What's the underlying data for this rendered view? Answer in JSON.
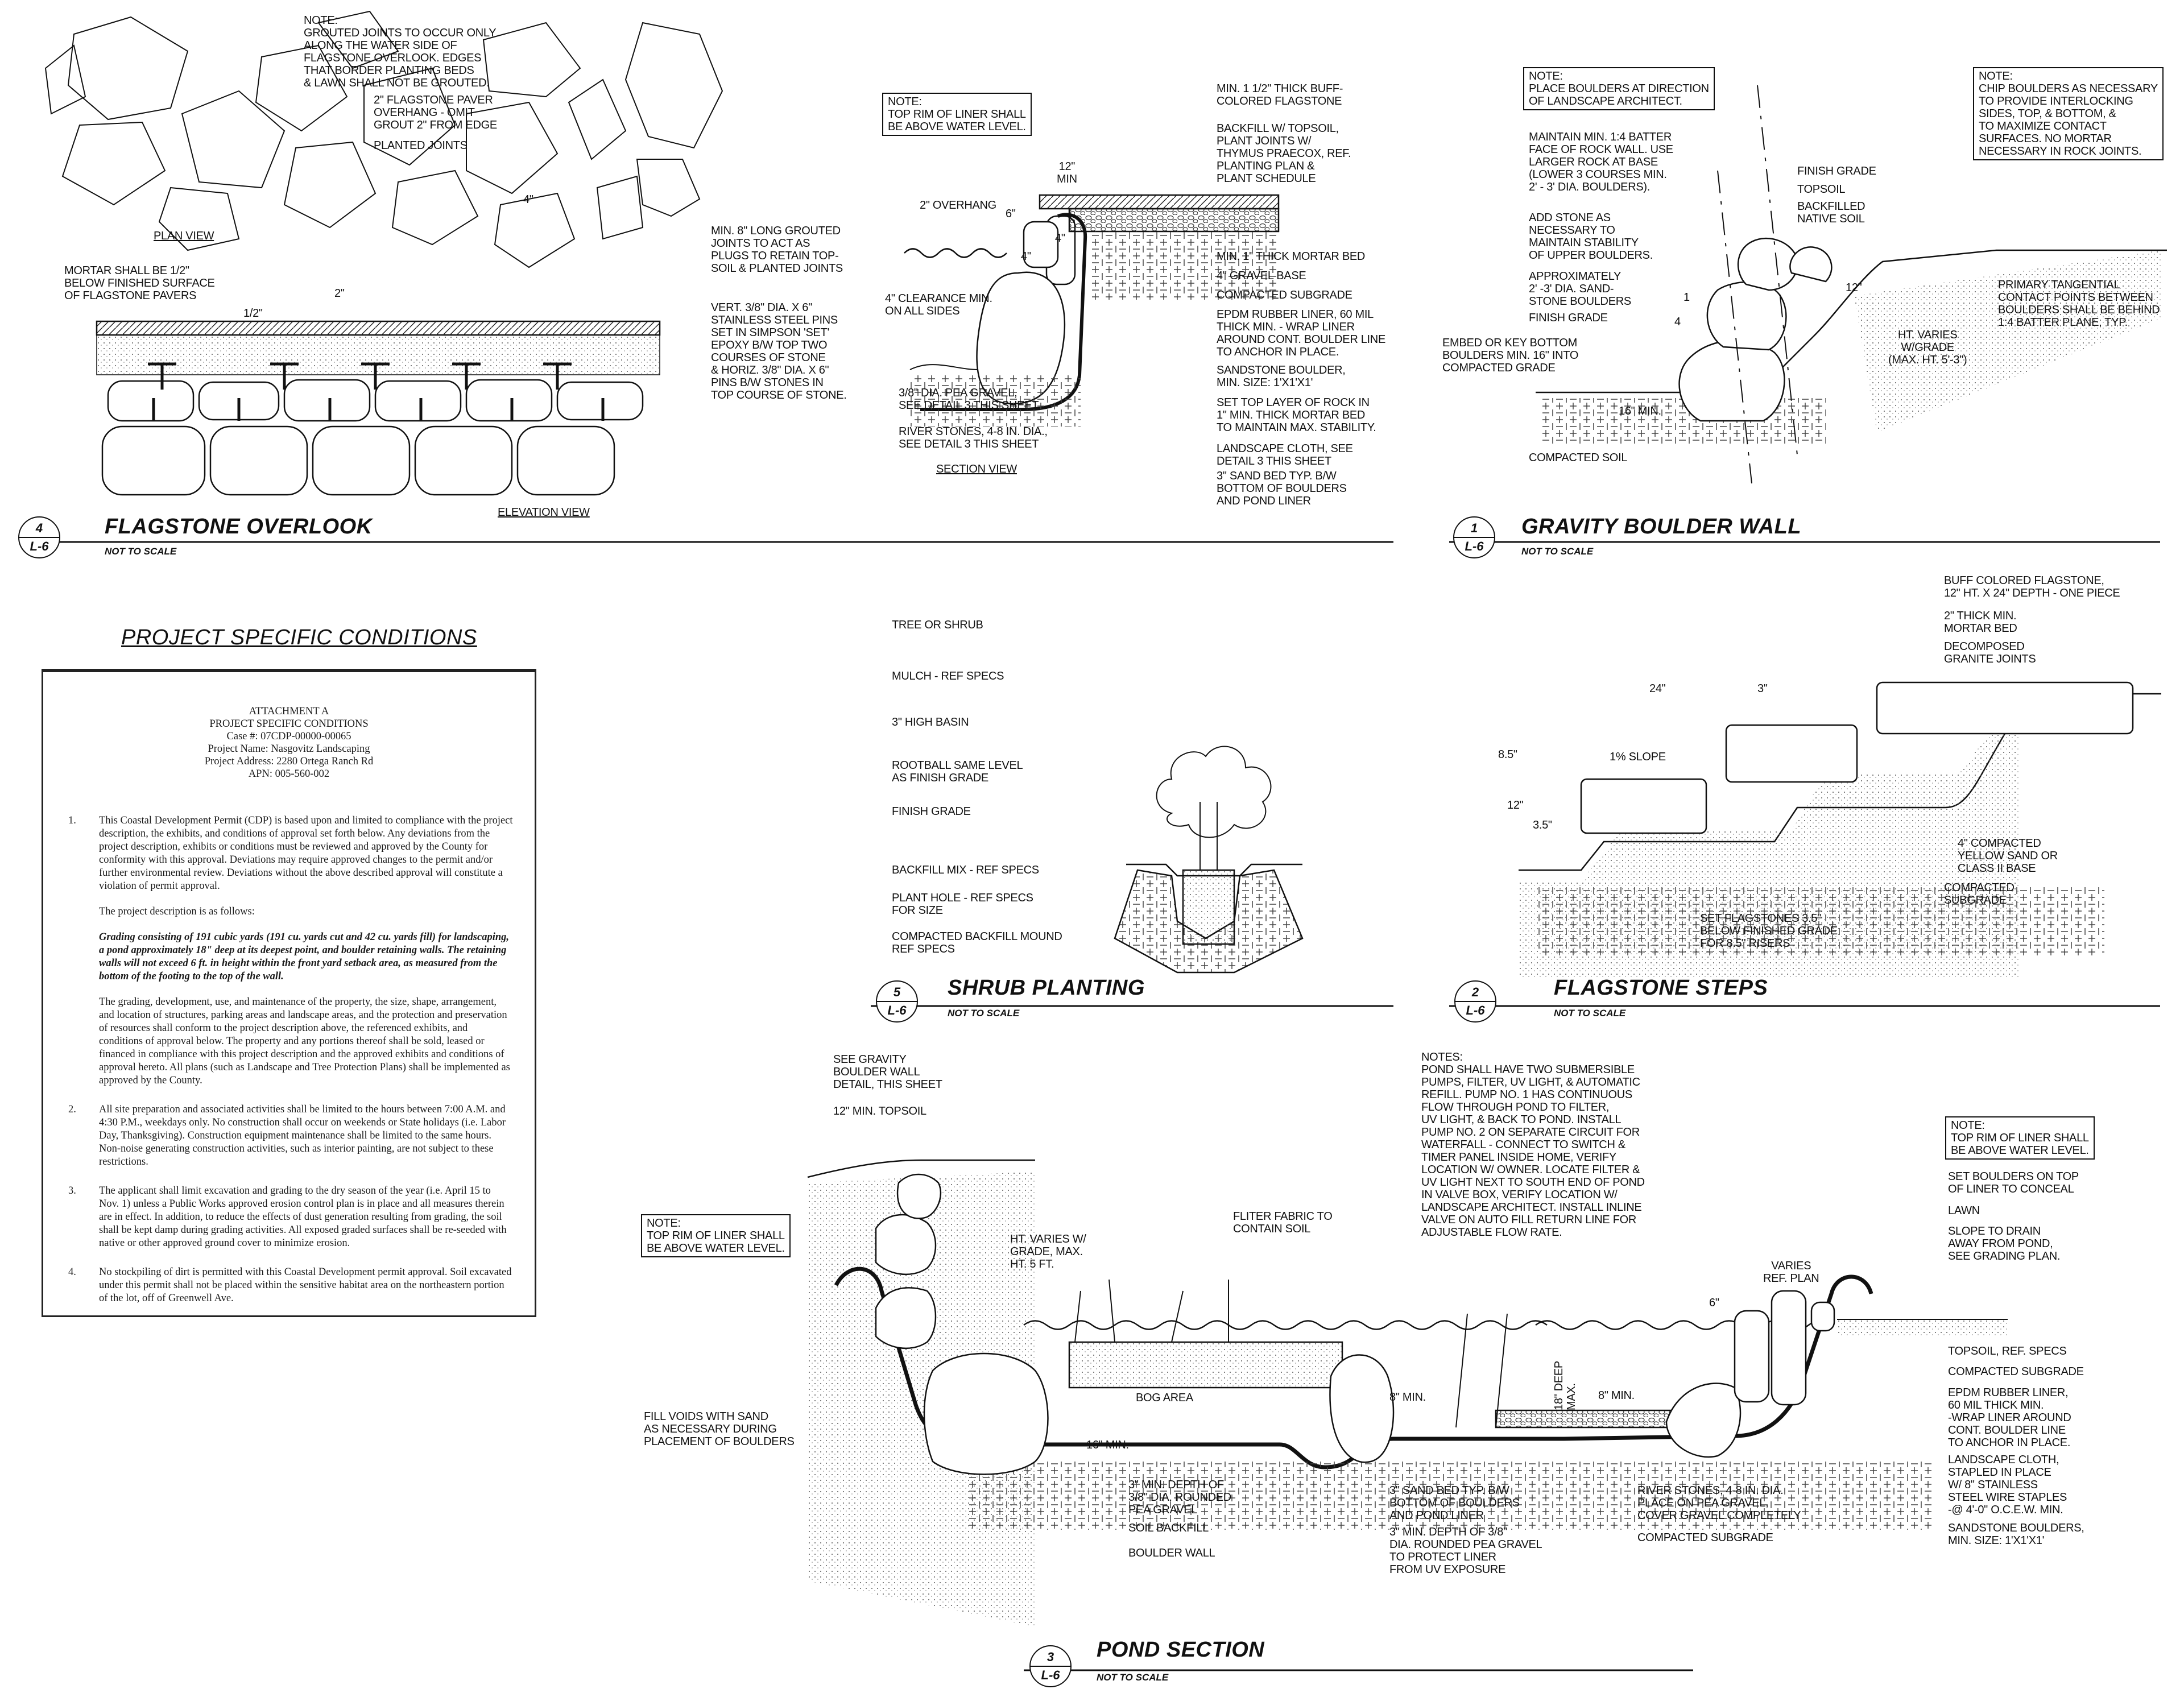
{
  "detail_4": {
    "number": "4",
    "sheet": "L-6",
    "title": "FLAGSTONE OVERLOOK",
    "scale": "NOT TO SCALE",
    "plan_note": "NOTE:\nGROUTED JOINTS TO OCCUR ONLY\nALONG THE WATER SIDE OF\nFLAGSTONE OVERLOOK. EDGES\nTHAT BORDER PLANTING BEDS\n& LAWN SHALL NOT BE GROUTED.",
    "paver_overhang": "2\" FLAGSTONE PAVER\nOVERHANG - OMIT\nGROUT 2\" FROM EDGE",
    "planted_joints": "PLANTED JOINTS",
    "plan_view": "PLAN VIEW",
    "dim_2in": "2\"",
    "dim_4in": "4\"",
    "mortar_note": "MORTAR SHALL BE 1/2\"\nBELOW FINISHED SURFACE\nOF FLAGSTONE PAVERS",
    "dim_half": "1/2\"",
    "grouted_joints": "MIN. 8\" LONG GROUTED\nJOINTS TO ACT AS\nPLUGS TO RETAIN TOP-\nSOIL & PLANTED JOINTS",
    "pins": "VERT. 3/8\" DIA. X 6\"\nSTAINLESS STEEL PINS\nSET IN SIMPSON 'SET'\nEPOXY B/W TOP TWO\nCOURSES OF STONE\n& HORIZ. 3/8\" DIA. X 6\"\nPINS B/W STONES IN\nTOP COURSE OF STONE.",
    "elevation_view": "ELEVATION VIEW",
    "section": {
      "note": "NOTE:\nTOP RIM OF LINER SHALL\nBE ABOVE WATER LEVEL.",
      "overhang": "2\" OVERHANG",
      "dim_12": "12\"\nMIN",
      "dim_6": "6\"",
      "dim_4a": "4\"",
      "dim_4b": "4\"",
      "clearance": "4\" CLEARANCE MIN.\nON ALL SIDES",
      "pea_gravel": "3/8\" DIA. PEA GRAVEL,\nSEE DETAIL 3 THIS SHEET",
      "river_stones": "RIVER STONES, 4-8 IN. DIA.,\nSEE DETAIL 3 THIS SHEET",
      "section_view": "SECTION VIEW",
      "right_labels": [
        "MIN. 1 1/2\" THICK BUFF-\nCOLORED FLAGSTONE",
        "BACKFILL W/ TOPSOIL,\nPLANT JOINTS W/\nTHYMUS PRAECOX, REF.\nPLANTING PLAN &\nPLANT SCHEDULE",
        "MIN. 1\" THICK MORTAR BED",
        "4\" GRAVEL BASE",
        "COMPACTED SUBGRADE",
        "EPDM RUBBER LINER, 60 MIL\nTHICK MIN. - WRAP LINER\nAROUND CONT. BOULDER LINE\nTO ANCHOR IN PLACE.",
        "SANDSTONE BOULDER,\nMIN. SIZE: 1'x1'x1'",
        "SET TOP LAYER OF ROCK IN\n1\" MIN. THICK MORTAR BED\nTO MAINTAIN MAX. STABILITY.",
        "LANDSCAPE CLOTH, SEE\nDETAIL 3 THIS SHEET",
        "3\" SAND BED TYP. B/W\nBOTTOM OF BOULDERS\nAND POND LINER"
      ]
    }
  },
  "detail_1": {
    "number": "1",
    "sheet": "L-6",
    "title": "GRAVITY BOULDER WALL",
    "scale": "NOT TO SCALE",
    "note_left": "NOTE:\nPLACE BOULDERS AT DIRECTION\nOF LANDSCAPE ARCHITECT.",
    "note_right": "NOTE:\nCHIP BOULDERS AS NECESSARY\nTO PROVIDE INTERLOCKING\nSIDES, TOP, & BOTTOM, &\nTO MAXIMIZE CONTACT\nSURFACES. NO MORTAR\nNECESSARY IN ROCK JOINTS.",
    "batter": "MAINTAIN MIN. 1:4 BATTER\nFACE OF ROCK WALL. USE\nLARGER ROCK AT BASE\n(LOWER 3 COURSES MIN.\n2' - 3' DIA. BOULDERS).",
    "add_stone": "ADD STONE AS\nNECESSARY TO\nMAINTAIN STABILITY\nOF UPPER BOULDERS.",
    "approx": "APPROXIMATELY\n2' -3' DIA. SAND-\nSTONE BOULDERS",
    "finish_grade_left": "FINISH GRADE",
    "embed": "EMBED OR KEY BOTTOM\nBOULDERS MIN. 16\" INTO\nCOMPACTED GRADE",
    "dim_16": "16\" MIN.",
    "compacted_soil": "COMPACTED SOIL",
    "finish_grade_right": "FINISH GRADE",
    "topsoil": "TOPSOIL",
    "backfilled": "BACKFILLED\nNATIVE SOIL",
    "dim_12": "12\"",
    "dim_4": "4",
    "dim_1": "1",
    "tangential": "PRIMARY TANGENTIAL\nCONTACT POINTS BETWEEN\nBOULDERS SHALL BE BEHIND\n1:4 BATTER PLANE, TYP.",
    "ht_varies": "HT. VARIES\nW/GRADE\n(MAX. HT. 5'-3\")"
  },
  "conditions": {
    "heading": "PROJECT SPECIFIC CONDITIONS",
    "doc": {
      "header": [
        "ATTACHMENT A",
        "PROJECT SPECIFIC CONDITIONS",
        "Case #: 07CDP-00000-00065",
        "Project Name: Nasgovitz Landscaping",
        "Project Address: 2280 Ortega Ranch Rd",
        "APN: 005-560-002"
      ],
      "items": [
        {
          "num": "1.",
          "text": "This Coastal Development Permit (CDP) is based upon and limited to compliance with the project description, the exhibits, and conditions of approval set forth below.  Any deviations from the project description, exhibits or conditions must be reviewed and approved by the County for conformity with this approval.  Deviations may require approved changes to the permit and/or further environmental review.  Deviations without the above described approval will constitute a violation of permit approval.",
          "sub1": "The project description is as follows:",
          "italic": "Grading consisting of 191 cubic yards (191 cu. yards cut and 42 cu. yards fill) for landscaping, a pond approximately 18\" deep at its deepest point, and boulder retaining walls.  The retaining walls will not exceed 6 ft. in height within the front yard setback area, as measured from the bottom of the footing to the top of the wall.",
          "sub2": "The grading, development, use, and maintenance of the property, the size, shape, arrangement, and location of structures, parking areas and landscape areas, and the protection and preservation of resources shall conform to the project description above, the referenced exhibits, and conditions of approval below.  The property and any portions thereof shall be sold, leased or financed in compliance with this project description and the approved exhibits and conditions of approval hereto.  All plans (such as Landscape and Tree Protection Plans) shall be implemented as approved by the County."
        },
        {
          "num": "2.",
          "text": "All site preparation and associated activities shall be limited to the hours between 7:00 A.M. and 4:30 P.M., weekdays only.  No construction shall occur on weekends or State holidays (i.e. Labor Day, Thanksgiving).  Construction equipment maintenance shall be limited to the same hours.  Non-noise generating construction activities, such as interior painting, are not subject to these restrictions."
        },
        {
          "num": "3.",
          "text": "The applicant shall limit excavation and grading to the dry season of the year (i.e. April 15 to Nov. 1) unless a Public Works approved erosion control plan is in place and all measures therein are in effect.  In addition, to reduce the effects of dust generation resulting from grading, the soil shall be kept damp during grading activities. All exposed graded surfaces shall be re-seeded with native or other approved ground cover to minimize erosion."
        },
        {
          "num": "4.",
          "text": "No stockpiling of dirt is permitted with this Coastal Development permit approval.  Soil excavated under this permit shall not be placed within the sensitive habitat area on the northeastern portion of the lot, off of Greenwell Ave."
        }
      ]
    }
  },
  "detail_5": {
    "number": "5",
    "sheet": "L-6",
    "title": "SHRUB PLANTING",
    "scale": "NOT TO SCALE",
    "labels": [
      "TREE OR SHRUB",
      "MULCH - REF SPECS",
      "3\" HIGH BASIN",
      "ROOTBALL SAME LEVEL\nAS FINISH GRADE",
      "FINISH GRADE",
      "BACKFILL MIX - REF SPECS",
      "PLANT HOLE - REF SPECS\nFOR SIZE",
      "COMPACTED BACKFILL MOUND\nREF SPECS"
    ]
  },
  "detail_2": {
    "number": "2",
    "sheet": "L-6",
    "title": "FLAGSTONE STEPS",
    "scale": "NOT TO SCALE",
    "buff": "BUFF COLORED FLAGSTONE,\n12\" HT. x 24\" DEPTH - ONE PIECE",
    "mortar": "2\" THICK MIN.\nMORTAR BED",
    "dg": "DECOMPOSED\nGRANITE JOINTS",
    "dim_24": "24\"",
    "dim_3": "3\"",
    "slope": "1% SLOPE",
    "dim_85": "8.5\"",
    "dim_12": "12\"",
    "dim_35": "3.5\"",
    "base": "4\" COMPACTED\nYELLOW SAND OR\nCLASS II BASE",
    "subgrade": "COMPACTED\nSUBGRADE",
    "set": "SET FLAGSTONES 3.5\"\nBELOW FINISHED GRADE\nFOR 8.5\" RISERS"
  },
  "detail_3": {
    "number": "3",
    "sheet": "L-6",
    "title": "POND SECTION",
    "scale": "NOT TO SCALE",
    "see_gravity": "SEE GRAVITY\nBOULDER WALL\nDETAIL, THIS SHEET",
    "topsoil_min": "12\" MIN. TOPSOIL",
    "note_left": "NOTE:\nTOP RIM OF LINER SHALL\nBE ABOVE WATER LEVEL.",
    "ht_varies": "HT. VARIES W/\nGRADE, MAX.\nHT. 5 FT.",
    "fabric": "FLITER FABRIC TO\nCONTAIN SOIL",
    "bog": "BOG AREA",
    "fill_voids": "FILL VOIDS WITH SAND\nAS NECESSARY DURING\nPLACEMENT OF BOULDERS",
    "dim_16": "16\" MIN.",
    "pea_gravel": "3\" MIN. DEPTH OF\n3/8\" DIA. ROUNDED\nPEA GRAVEL",
    "soil_backfill": "SOIL BACKFILL",
    "boulder_wall": "BOULDER WALL",
    "dim_8a": "8\" MIN.",
    "dim_18": "18\" DEEP\nMAX.",
    "sand_bed": "3\" SAND BED TYP. B/W\nBOTTOM OF BOULDERS\nAND POND LINER",
    "pea_gravel_uv": "3\" MIN. DEPTH OF 3/8\"\nDIA. ROUNDED PEA GRAVEL\nTO PROTECT LINER\nFROM UV EXPOSURE",
    "dim_8b": "8\" MIN.",
    "river_stones": "RIVER STONES, 4-8 IN. DIA.\nPLACE ON PEA GRAVEL,\nCOVER GRAVEL COMPLETELY",
    "subgrade": "COMPACTED SUBGRADE",
    "notes": "NOTES:\nPOND SHALL HAVE TWO SUBMERSIBLE\nPUMPS, FILTER, UV LIGHT, & AUTOMATIC\nREFILL. PUMP NO. 1 HAS CONTINUOUS\nFLOW THROUGH POND TO FILTER,\nUV LIGHT, & BACK TO POND. INSTALL\nPUMP NO. 2 ON SEPARATE CIRCUIT FOR\nWATERFALL - CONNECT TO SWITCH &\nTIMER PANEL INSIDE HOME, VERIFY\nLOCATION W/ OWNER. LOCATE FILTER &\nUV LIGHT NEXT TO SOUTH END OF POND\nIN VALVE BOX, VERIFY LOCATION W/\nLANDSCAPE ARCHITECT. INSTALL INLINE\nVALVE ON AUTO FILL RETURN LINE FOR\nADJUSTABLE FLOW RATE.",
    "note_right": "NOTE:\nTOP RIM OF LINER SHALL\nBE ABOVE WATER LEVEL.",
    "varies": "VARIES\nREF. PLAN",
    "dim_6": "6\"",
    "right_labels": [
      "SET BOULDERS ON TOP\nOF LINER TO CONCEAL",
      "LAWN",
      "SLOPE TO DRAIN\nAWAY FROM POND,\nSEE GRADING PLAN.",
      "TOPSOIL, REF. SPECS",
      "COMPACTED SUBGRADE",
      "EPDM RUBBER LINER,\n60 MIL THICK MIN.\n-WRAP LINER AROUND\nCONT. BOULDER LINE\nTO ANCHOR IN PLACE.",
      "LANDSCAPE CLOTH,\nSTAPLED IN PLACE\nW/ 8\" STAINLESS\nSTEEL WIRE STAPLES\n-@ 4'-0\" O.C.E.W. MIN.",
      "SANDSTONE BOULDERS,\nMIN. SIZE: 1'x1'x1'"
    ]
  }
}
